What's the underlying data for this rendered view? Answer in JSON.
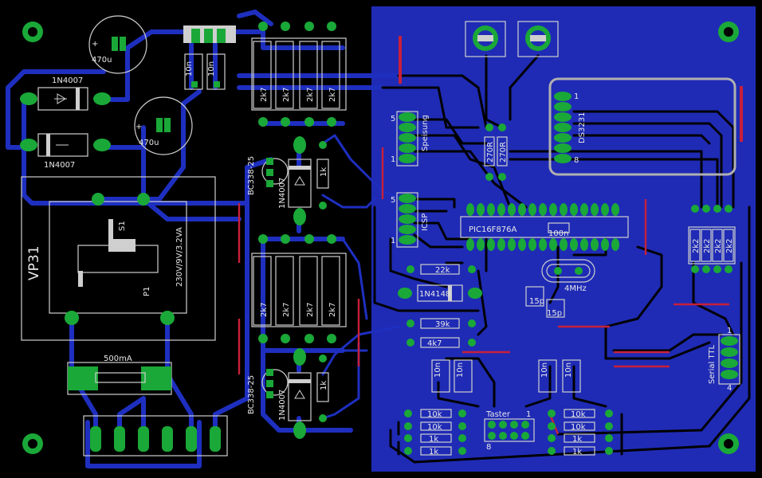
{
  "labels": {
    "cap1": "470u",
    "cap2": "470u",
    "diode1": "1N4007",
    "diode2": "1N4007",
    "diode3": "1N4007",
    "diode4": "1N4007",
    "transformer": "VP31",
    "trafo_rating": "230V/9V/3.2VA",
    "s1": "S1",
    "p1": "P1",
    "fuse": "500mA",
    "c10n_a": "10n",
    "c10n_b": "10n",
    "r2k7": "2k7",
    "tr1": "BC338-25",
    "tr2": "BC338-25",
    "r1k_a": "1k",
    "r1k_b": "1k",
    "spg": "Speisung",
    "icsp": "ICSP",
    "pin5a": "5",
    "pin1a": "1",
    "pin5b": "5",
    "pin1b": "1",
    "mcu": "PIC16F876A",
    "c100n": "100n",
    "r270a": "270R",
    "r270b": "270R",
    "rtc": "DS3231",
    "rtc_pin1": "1",
    "rtc_pin8": "8",
    "r22k": "22k",
    "d4148": "1N4148",
    "xtal": "4MHz",
    "c15p_a": "15p",
    "c15p_b": "15p",
    "r39k": "39k",
    "r4k7": "4k7",
    "c10n_c": "10n",
    "c10n_d": "10n",
    "c10n_e": "10n",
    "c10n_f": "10n",
    "r2k2": "2k2",
    "serial": "Serial TTL",
    "ser1": "1",
    "ser4": "4",
    "r10k_a": "10k",
    "r10k_b": "10k",
    "r10k_c": "10k",
    "r10k_d": "10k",
    "r1k_c": "1k",
    "r1k_d": "1k",
    "r1k_e": "1k",
    "r1k_f": "1k",
    "taster": "Taster",
    "t1": "1",
    "t8": "8"
  },
  "colors": {
    "board": "#000000",
    "ground_plane": "#1f2bb5",
    "trace": "#1e2fc0",
    "pad": "#1aa838",
    "silkscreen": "#e0e0e0",
    "jumper": "#c8203a"
  }
}
